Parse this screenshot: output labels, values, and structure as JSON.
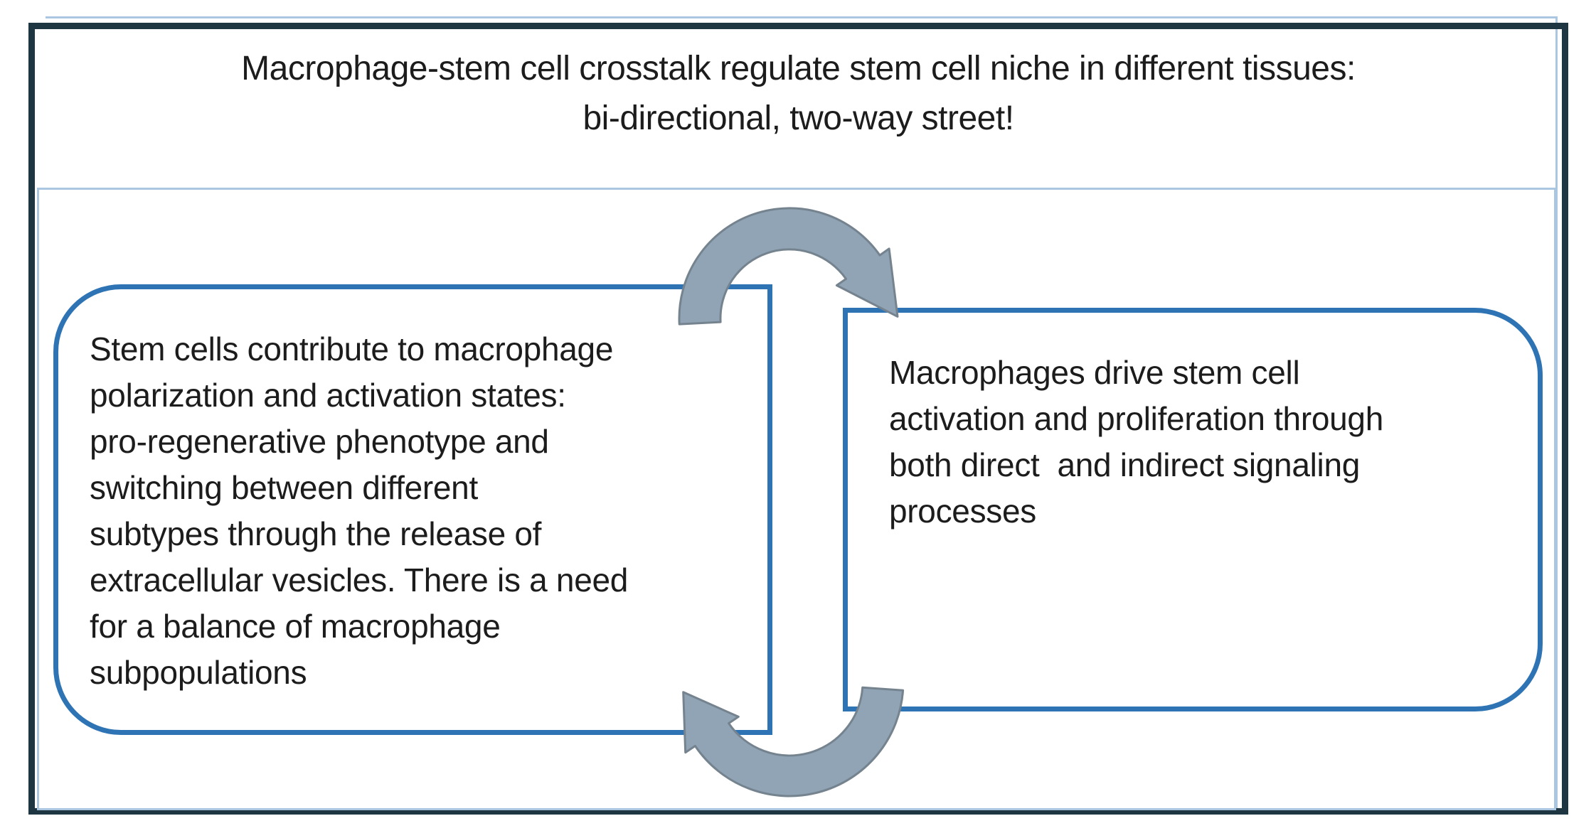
{
  "figure": {
    "title": "Macrophage-stem cell crosstalk regulate stem cell niche in different tissues:\nbi-directional, two-way street!",
    "boxes": {
      "stem_cell": {
        "text": "Stem cells contribute to macrophage\npolarization and activation states:\npro-regenerative phenotype and\nswitching between different\nsubtypes through the release of\nextracellular vesicles. There is a need\nfor a balance of macrophage\nsubpopulations"
      },
      "macrophage": {
        "text": "Macrophages drive stem cell\nactivation and proliferation through\nboth direct  and indirect signaling\nprocesses"
      }
    },
    "arrows": {
      "top": "curved-cycle-arrow-left-box-to-right-box",
      "bottom": "curved-cycle-arrow-right-box-to-left-box"
    },
    "colors": {
      "box_border": "#2e74b5",
      "frame_border": "#1d3642",
      "panel_border": "#aac6e0",
      "arrow_fill": "#90a4b6",
      "arrow_stroke": "#75838f",
      "text": "#1c1c1c",
      "background": "#ffffff"
    }
  }
}
